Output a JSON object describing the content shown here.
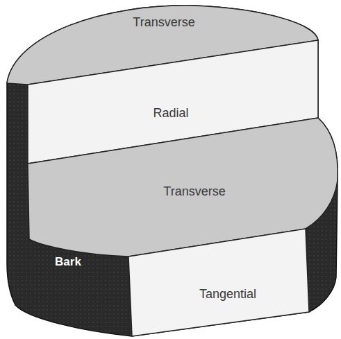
{
  "diagram": {
    "labels": [
      "Transverse",
      "Radial",
      "Transverse",
      "Bark",
      "Tangential"
    ]
  }
}
